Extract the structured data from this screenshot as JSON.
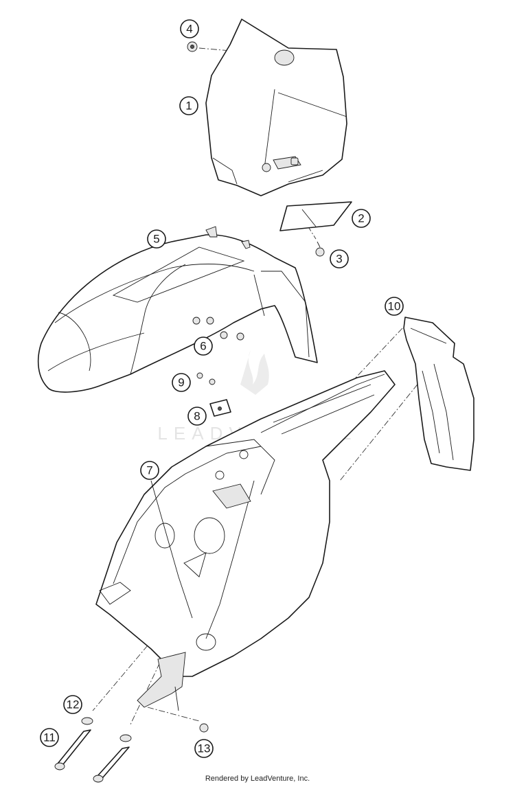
{
  "callouts": [
    {
      "number": "1"
    },
    {
      "number": "2"
    },
    {
      "number": "3"
    },
    {
      "number": "4"
    },
    {
      "number": "5"
    },
    {
      "number": "6"
    },
    {
      "number": "7"
    },
    {
      "number": "8"
    },
    {
      "number": "9"
    },
    {
      "number": "10"
    },
    {
      "number": "11"
    },
    {
      "number": "12"
    },
    {
      "number": "13"
    }
  ],
  "watermark": {
    "text": "LEADVENTURE"
  },
  "footer": {
    "credit": "Rendered by LeadVenture, Inc."
  }
}
